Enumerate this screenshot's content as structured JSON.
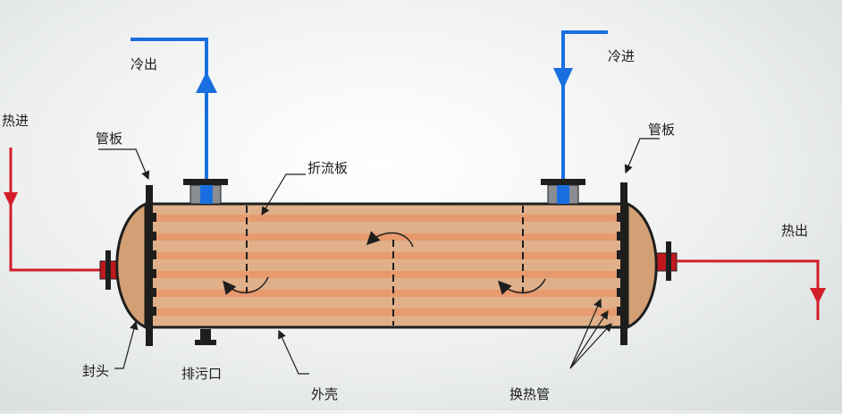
{
  "labels": {
    "cold_out": "冷出",
    "cold_in": "冷进",
    "hot_in": "热进",
    "hot_out": "热出",
    "tube_sheet_left": "管板",
    "tube_sheet_right": "管板",
    "baffle": "折流板",
    "head": "封头",
    "drain": "排污口",
    "shell": "外壳",
    "heat_tubes": "换热管"
  },
  "colors": {
    "cold_fluid": "#1a6fe0",
    "hot_fluid": "#d21f2b",
    "shell_fill": "#d9a77c",
    "tube": "#e79a6e",
    "outline": "#1e1e1e"
  }
}
